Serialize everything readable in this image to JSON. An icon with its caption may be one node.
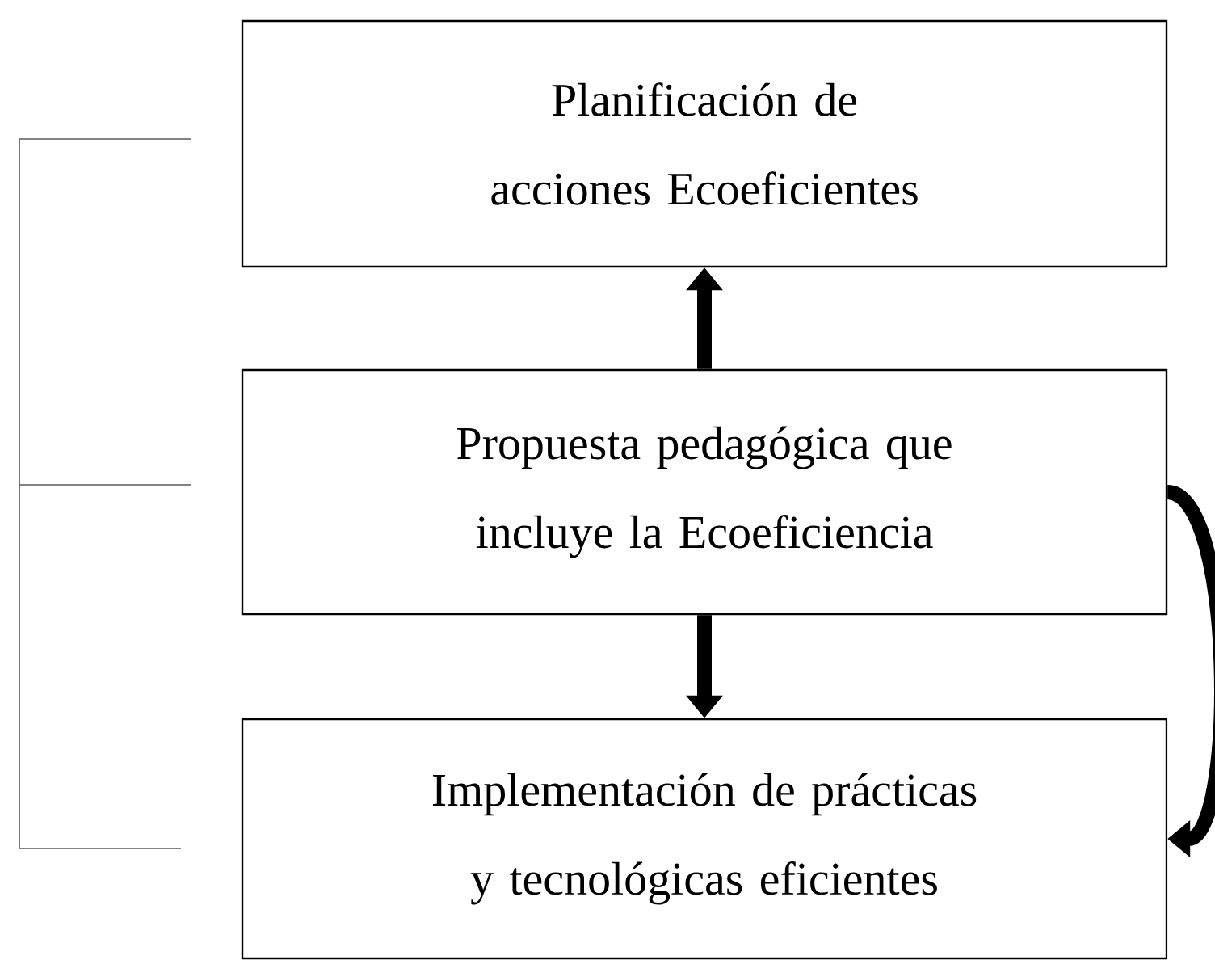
{
  "diagram": {
    "nodes": [
      {
        "text": [
          "Planificación de acciones Ecoeficientes"
        ]
      },
      {
        "text": [
          "Propuesta pedagógica que incluye la Ecoeficiencia"
        ]
      },
      {
        "text": [
          "Implementación de prácticas y tecnológicas eficientes"
        ]
      }
    ],
    "edges": [
      {
        "from": 1,
        "to": 0,
        "arrow": "to"
      },
      {
        "from": 1,
        "to": 2,
        "arrow": "to"
      },
      {
        "from": 1,
        "to": 2,
        "arrow": "to"
      }
    ]
  }
}
